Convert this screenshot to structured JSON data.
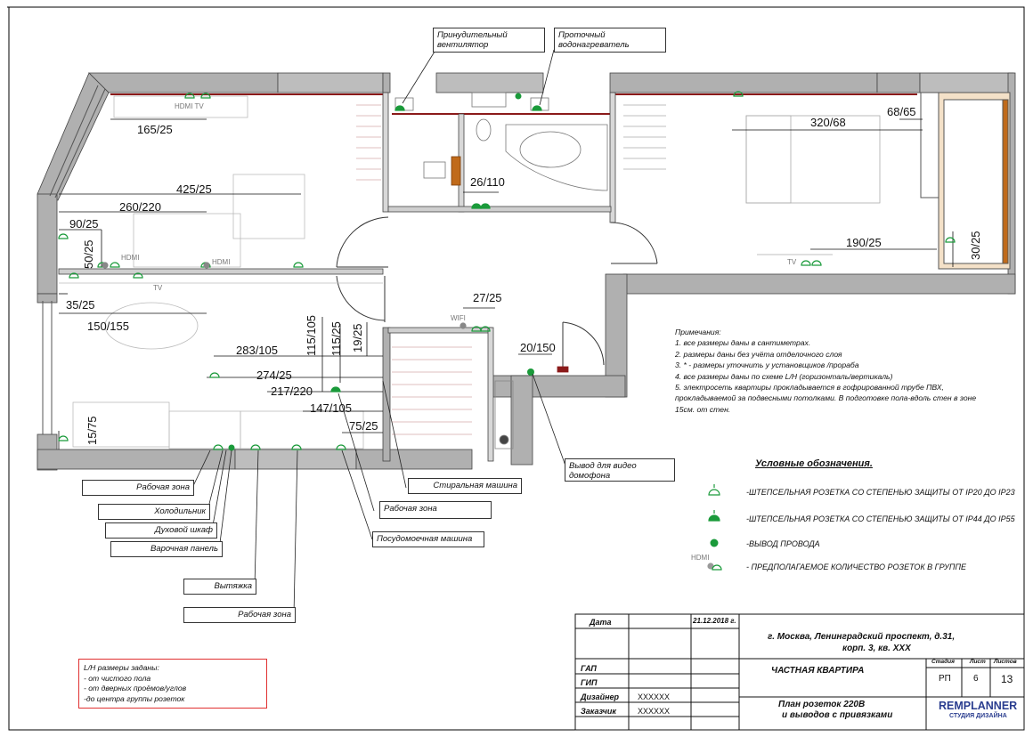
{
  "dimensions": {
    "d165_25": "165/25",
    "d425_25": "425/25",
    "d260_220": "260/220",
    "d90_25": "90/25",
    "d50_25": "50/25",
    "d35_25": "35/25",
    "d150_155": "150/155",
    "d283_105": "283/105",
    "d274_25": "274/25",
    "d217_220": "217/220",
    "d147_105": "147/105",
    "d75_25": "75/25",
    "d15_75": "15/75",
    "d115_105": "115/105",
    "d115_25": "115/25",
    "d19_25": "19/25",
    "d27_25": "27/25",
    "d20_150": "20/150",
    "d26_110": "26/110",
    "d320_68": "320/68",
    "d68_65": "68/65",
    "d190_25": "190/25",
    "d30_25": "30/25"
  },
  "device_labels": {
    "hdmi_tv_top": "HDMI TV",
    "hdmi_1": "HDMI",
    "hdmi_2": "HDMI",
    "tv_living": "TV",
    "tv_bedroom": "TV",
    "wifi": "WIFI"
  },
  "callouts": {
    "forced_fan": "Принудительный вентилятор",
    "water_heater": "Проточный водонагреватель",
    "work_zone_1": "Рабочая зона",
    "fridge": "Холодильник",
    "oven": "Духовой шкаф",
    "cooktop": "Варочная панель",
    "hood": "Вытяжка",
    "work_zone_2": "Рабочая зона",
    "washing_machine": "Стиральная машина",
    "work_zone_3": "Рабочая зона",
    "dishwasher": "Посудомоечная машина",
    "intercom": "Вывод для видео домофона"
  },
  "notes": {
    "title": "Примечания:",
    "items": [
      "1.  все размеры даны в сантиметрах.",
      "2.  размеры даны без учёта отделочного слоя",
      "3.  * - размеры уточнить у установщиков /прораба",
      "4.  все размеры даны по схеме L/H  (горизонталь/вертикаль)",
      "5.  электросеть квартиры прокладывается в гофрированной трубе ПВХ,",
      "прокладываемой за подвесными потолками. В подготовке пола-вдоль стен в зоне",
      "15см. от стен."
    ]
  },
  "legend": {
    "title": "Условные обозначения.",
    "rows": [
      "-ШТЕПСЕЛЬНАЯ РОЗЕТКА СО СТЕПЕНЬЮ ЗАЩИТЫ ОТ IP20 ДО IP23",
      "-ШТЕПСЕЛЬНАЯ РОЗЕТКА СО СТЕПЕНЬЮ ЗАЩИТЫ ОТ IP44 ДО IP55",
      "-ВЫВОД ПРОВОДА",
      "- ПРЕДПОЛАГАЕМОЕ КОЛИЧЕСТВО РОЗЕТОК В ГРУППЕ"
    ],
    "hdmi_sample": "HDMI"
  },
  "lh_box": {
    "title": "L/H размеры заданы:",
    "items": [
      "- от чистого пола",
      "- от дверных проёмов/углов",
      "-до центра группы розеток"
    ]
  },
  "title_block": {
    "date_label": "Дата",
    "date_value": "21.12.2018 г.",
    "address_line1": "г. Москва, Ленинградский проспект, д.31,",
    "address_line2": "корп. 3, кв. XXX",
    "stage_label": "Стадия",
    "sheet_label": "Лист",
    "sheets_label": "Листов",
    "gap_label": "ГАП",
    "gip_label": "ГИП",
    "designer_label": "Дизайнер",
    "designer_value": "XXXXXX",
    "client_label": "Заказчик",
    "client_value": "XXXXXX",
    "project_name": "Частная квартира",
    "stage_value": "РП",
    "sheet_value": "6",
    "sheets_value": "13",
    "drawing_title_line1": "План розеток 220В",
    "drawing_title_line2": "и выводов с привязками",
    "logo_main": "REMPLANNER",
    "logo_sub": "СТУДИЯ ДИЗАЙНА"
  },
  "colors": {
    "wall_fill": "#b0b0b0",
    "socket_green": "#1a9a3a",
    "accent_red": "#8b1a1a",
    "wood_brown": "#c06a1a",
    "lh_box_border": "#e03030",
    "logo_blue": "#2a3d8f"
  }
}
